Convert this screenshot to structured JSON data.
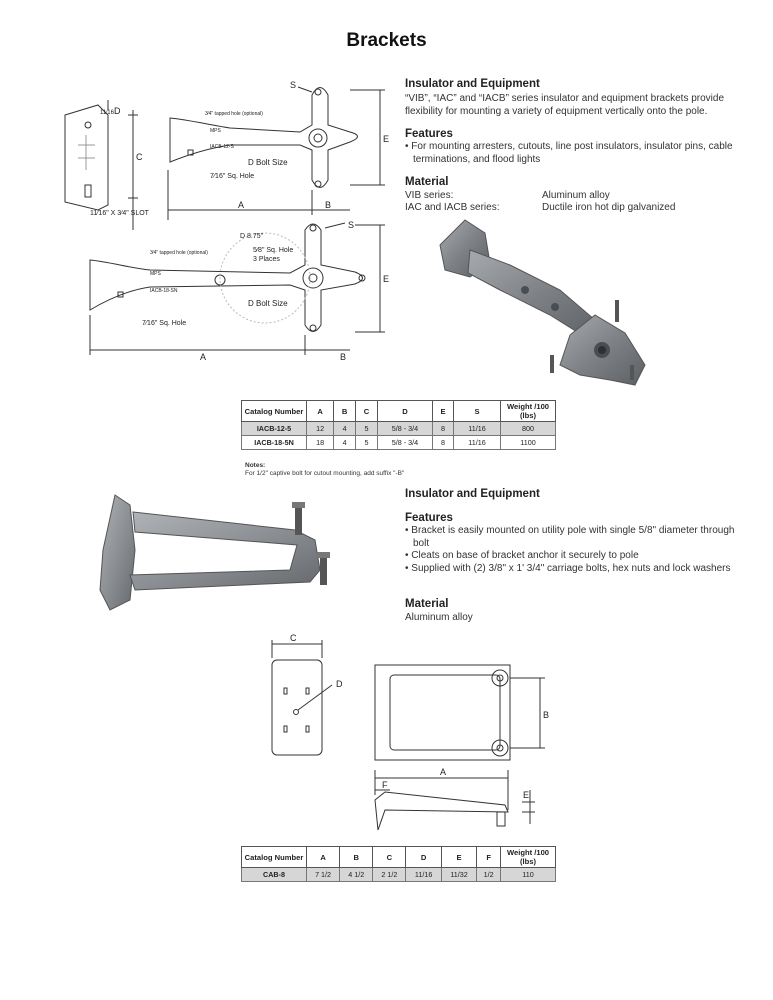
{
  "page_title": "Brackets",
  "section1": {
    "heading": "Insulator and Equipment",
    "description": "“VIB”, “IAC” and “IACB” series insulator and equipment brackets provide flexibility for mounting a variety of equipment vertically onto the pole.",
    "features_heading": "Features",
    "features": [
      "For mounting arresters, cutouts, line post insulators, insulator pins, cable terminations, and flood lights"
    ],
    "material_heading": "Material",
    "materials": [
      {
        "series": "VIB series:",
        "material": "Aluminum alloy"
      },
      {
        "series": "IAC and IACB series:",
        "material": "Ductile iron hot dip galvanized"
      }
    ],
    "drawing_labels": {
      "s": "S",
      "d_top": "D",
      "d_top_frac": "11⁄16",
      "c": "C",
      "slot": "11⁄16\" X 3⁄4\" SLOT",
      "tapped": "3⁄4\" tapped hole (optional)",
      "mps": "MPS",
      "model_12": "IACB-12-S",
      "d_bolt": "D Bolt Size",
      "sq_hole": "7⁄16\" Sq. Hole",
      "a": "A",
      "b": "B",
      "e": "E",
      "d875": "D 8.75\"",
      "sq_hole3": "5⁄8\" Sq. Hole",
      "three_places": "3 Places",
      "model_18": "IACB-18-SN"
    },
    "table": {
      "headers": [
        "Catalog Number",
        "A",
        "B",
        "C",
        "D",
        "E",
        "S",
        "Weight /100 (lbs)"
      ],
      "rows": [
        [
          "IACB-12-5",
          "12",
          "4",
          "5",
          "5/8 - 3/4",
          "8",
          "11/16",
          "800"
        ],
        [
          "IACB-18-5N",
          "18",
          "4",
          "5",
          "5/8 - 3/4",
          "8",
          "11/16",
          "1100"
        ]
      ]
    },
    "notes_heading": "Notes:",
    "notes_text": "For 1/2\" captive bolt for cutout mounting, add suffix \"-B\""
  },
  "section2": {
    "heading": "Insulator and Equipment",
    "features_heading": "Features",
    "features": [
      "Bracket is easily mounted on utility pole with single 5/8\" diameter through bolt",
      "Cleats on base of bracket anchor it securely to pole",
      "Supplied with (2) 3/8\" x 1' 3/4\" carriage bolts, hex nuts and lock washers"
    ],
    "material_heading": "Material",
    "material": "Aluminum alloy",
    "drawing_labels": {
      "c": "C",
      "d": "D",
      "b": "B",
      "a": "A",
      "f": "F",
      "e": "E"
    },
    "table": {
      "headers": [
        "Catalog Number",
        "A",
        "B",
        "C",
        "D",
        "E",
        "F",
        "Weight /100 (lbs)"
      ],
      "rows": [
        [
          "CAB-8",
          "7 1/2",
          "4 1/2",
          "2 1/2",
          "11/16",
          "11/32",
          "1/2",
          "110"
        ]
      ]
    }
  },
  "colors": {
    "metal": "#8a8d92",
    "metal_dark": "#5c5f64",
    "line": "#333333",
    "table_shade": "#d6d6d6"
  }
}
